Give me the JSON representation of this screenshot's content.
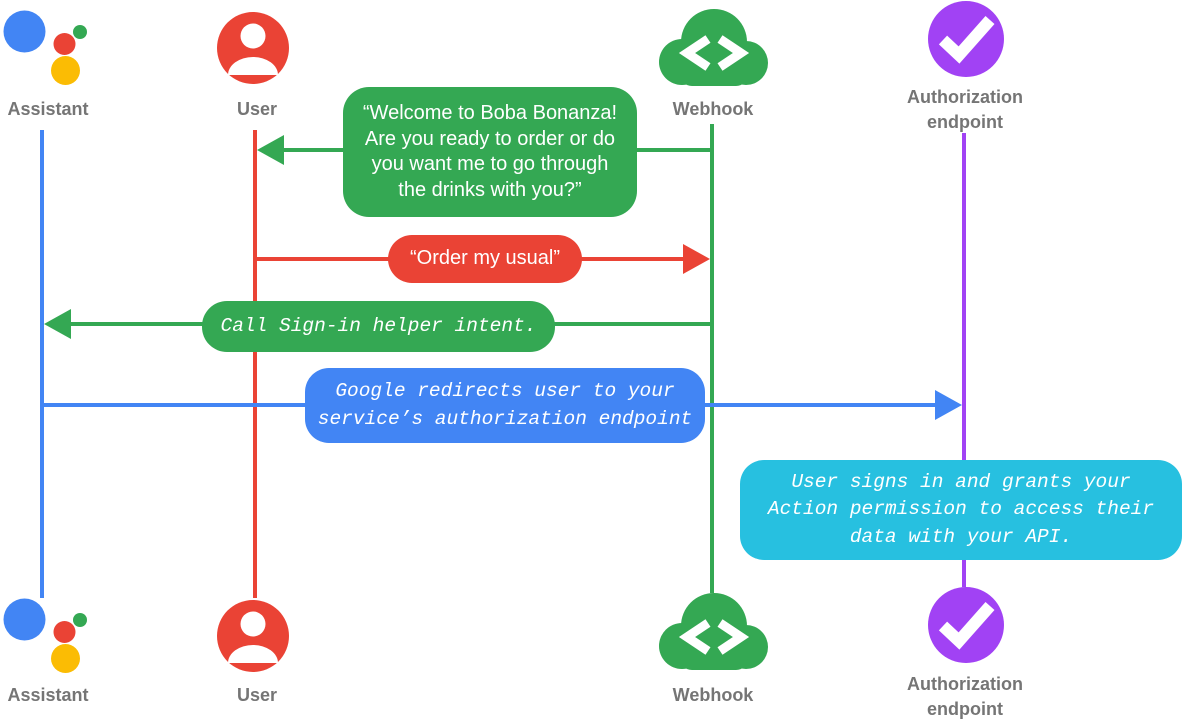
{
  "diagram": {
    "title_hint": "Account linking sign-in sequence diagram",
    "actors": {
      "assistant": {
        "label": "Assistant"
      },
      "user": {
        "label": "User"
      },
      "webhook": {
        "label": "Webhook"
      },
      "authorization": {
        "label": "Authorization\nendpoint"
      }
    },
    "messages": {
      "welcome": {
        "from": "Webhook",
        "to": "User",
        "text": "“Welcome to Boba Bonanza!\nAre you ready to order or do\nyou want me to go through\nthe drinks with you?”"
      },
      "order": {
        "from": "User",
        "to": "Webhook",
        "text": "“Order my usual”"
      },
      "signin": {
        "from": "Webhook",
        "to": "Assistant",
        "text": "Call Sign-in helper intent."
      },
      "redirect": {
        "from": "Assistant",
        "to": "Authorization endpoint",
        "text": "Google redirects user to your\nservice’s authorization endpoint"
      },
      "note": {
        "on": "Authorization endpoint",
        "text": "User signs in and grants your\nAction permission to access their\ndata with your API."
      }
    },
    "colors": {
      "blue": "#4285F4",
      "red": "#EA4335",
      "green": "#34A853",
      "yellow": "#FBBC04",
      "purple": "#A142F4",
      "cyan": "#27C0E0",
      "label_gray": "#757575"
    }
  }
}
